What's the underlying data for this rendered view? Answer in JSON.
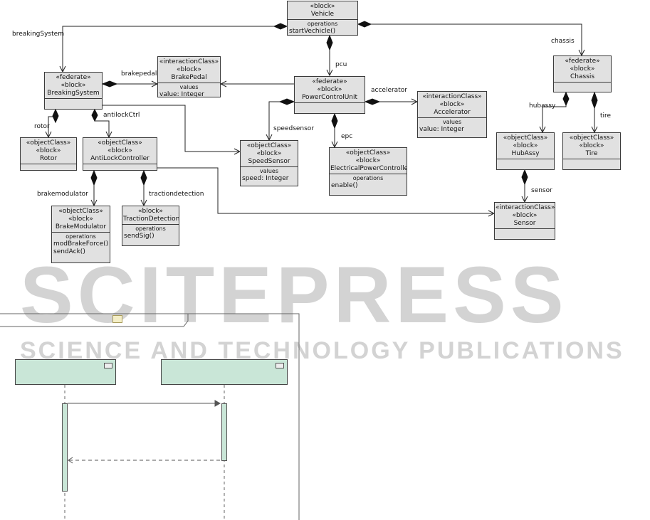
{
  "watermark": {
    "main": "SCITEPRESS",
    "sub": "SCIENCE AND TECHNOLOGY PUBLICATIONS"
  },
  "blocks": {
    "vehicle": {
      "stereotypes": [
        "«block»"
      ],
      "name": "Vehicle",
      "section_caption": "operations",
      "items": [
        "startVechicle()"
      ]
    },
    "breakingsystem": {
      "stereotypes": [
        "«federate»",
        "«block»"
      ],
      "name": "BreakingSystem"
    },
    "brakepedal": {
      "stereotypes": [
        "«interactionClass»",
        "«block»"
      ],
      "name": "BrakePedal",
      "section_caption": "values",
      "items": [
        "value: Integer"
      ]
    },
    "pcu": {
      "stereotypes": [
        "«federate»",
        "«block»"
      ],
      "name": "PowerControlUnit"
    },
    "chassis": {
      "stereotypes": [
        "«federate»",
        "«block»"
      ],
      "name": "Chassis"
    },
    "accelerator": {
      "stereotypes": [
        "«interactionClass»",
        "«block»"
      ],
      "name": "Accelerator",
      "section_caption": "values",
      "items": [
        "value: Integer"
      ]
    },
    "rotor": {
      "stereotypes": [
        "«objectClass»",
        "«block»"
      ],
      "name": "Rotor"
    },
    "antilock": {
      "stereotypes": [
        "«objectClass»",
        "«block»"
      ],
      "name": "AntiLockController"
    },
    "speedsensor": {
      "stereotypes": [
        "«objectClass»",
        "«block»"
      ],
      "name": "SpeedSensor",
      "section_caption": "values",
      "items": [
        "speed: Integer"
      ]
    },
    "epc": {
      "stereotypes": [
        "«objectClass»",
        "«block»"
      ],
      "name": "ElectricalPowerController",
      "section_caption": "operations",
      "items": [
        "enable()"
      ]
    },
    "hubassy": {
      "stereotypes": [
        "«objectClass»",
        "«block»"
      ],
      "name": "HubAssy"
    },
    "tire": {
      "stereotypes": [
        "«objectClass»",
        "«block»"
      ],
      "name": "Tire"
    },
    "sensor": {
      "stereotypes": [
        "«interactionClass»",
        "«block»"
      ],
      "name": "Sensor"
    },
    "brakemod": {
      "stereotypes": [
        "«objectClass»",
        "«block»"
      ],
      "name": "BrakeModulator",
      "section_caption": "operations",
      "items": [
        "modBrakeForce()",
        "sendAck()"
      ]
    },
    "traction": {
      "stereotypes": [
        "«block»"
      ],
      "name": "TractionDetection",
      "section_caption": "operations",
      "items": [
        "sendSig()"
      ]
    }
  },
  "edge_labels": {
    "breakingSystem": "breakingSystem",
    "brakepedal": "brakepedal",
    "pcu": "pcu",
    "chassis": "chassis",
    "accelerator": "accelerator",
    "rotor": "rotor",
    "antilockCtrl": "antilockCtrl",
    "speedsensor": "speedsensor",
    "epc": "epc",
    "hubassy": "hubassy",
    "tire": "tire",
    "sensor": "sensor",
    "brakemodulator": "brakemodulator",
    "tractiondetection": "tractiondetection"
  }
}
